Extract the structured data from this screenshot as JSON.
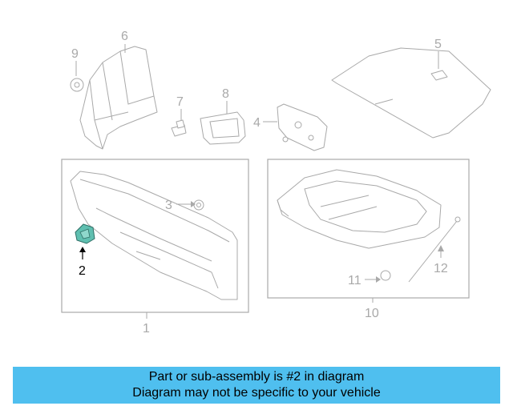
{
  "diagram": {
    "callouts": {
      "p1": "1",
      "p2": "2",
      "p3": "3",
      "p4": "4",
      "p5": "5",
      "p6": "6",
      "p7": "7",
      "p8": "8",
      "p9": "9",
      "p10": "10",
      "p11": "11",
      "p12": "12"
    },
    "highlight_color": "#5fbfb0",
    "highlighted_part": "2"
  },
  "banner": {
    "line1": "Part or sub-assembly is #2 in diagram",
    "line2": "Diagram may not be specific to your vehicle",
    "background": "#4fbfef"
  }
}
